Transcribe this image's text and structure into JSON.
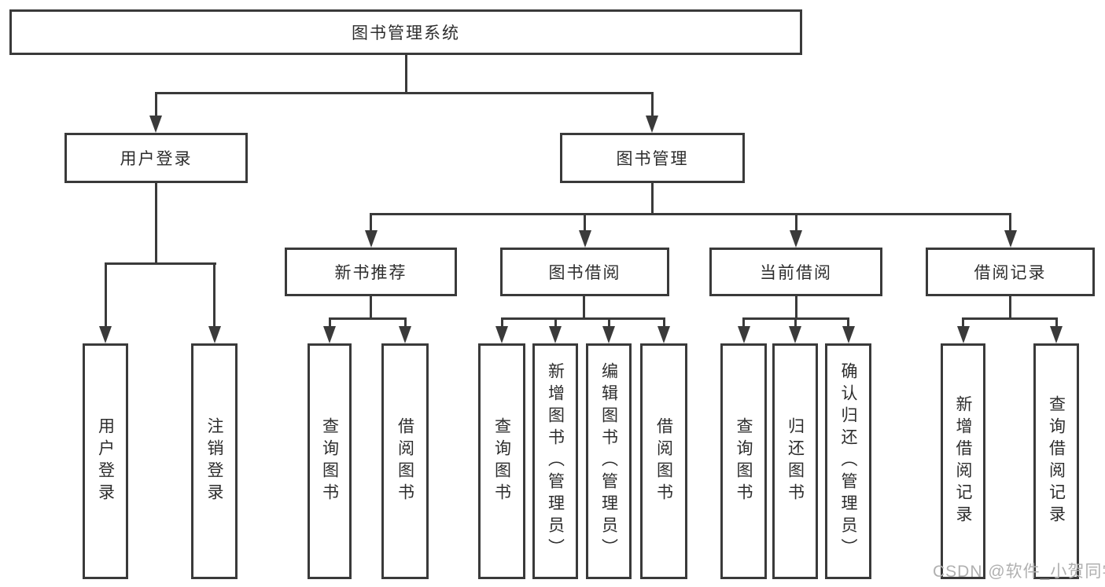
{
  "tree": {
    "label": "图书管理系统",
    "children": [
      {
        "label": "用户登录",
        "children": [
          {
            "label": "用户登录"
          },
          {
            "label": "注销登录"
          }
        ]
      },
      {
        "label": "图书管理",
        "children": [
          {
            "label": "新书推荐",
            "children": [
              {
                "label": "查询图书"
              },
              {
                "label": "借阅图书"
              }
            ]
          },
          {
            "label": "图书借阅",
            "children": [
              {
                "label": "查询图书"
              },
              {
                "label": "新增图书（管理员）"
              },
              {
                "label": "编辑图书（管理员）"
              },
              {
                "label": "借阅图书"
              }
            ]
          },
          {
            "label": "当前借阅",
            "children": [
              {
                "label": "查询图书"
              },
              {
                "label": "归还图书"
              },
              {
                "label": "确认归还（管理员）"
              }
            ]
          },
          {
            "label": "借阅记录",
            "children": [
              {
                "label": "新增借阅记录"
              },
              {
                "label": "查询借阅记录"
              }
            ]
          }
        ]
      }
    ]
  },
  "watermark": {
    "text": "CSDN @软件_小贺同学"
  },
  "colors": {
    "line": "#3a3a3a",
    "text": "#2d2d2d",
    "watermark": "#b0b0b0",
    "background": "#ffffff"
  }
}
